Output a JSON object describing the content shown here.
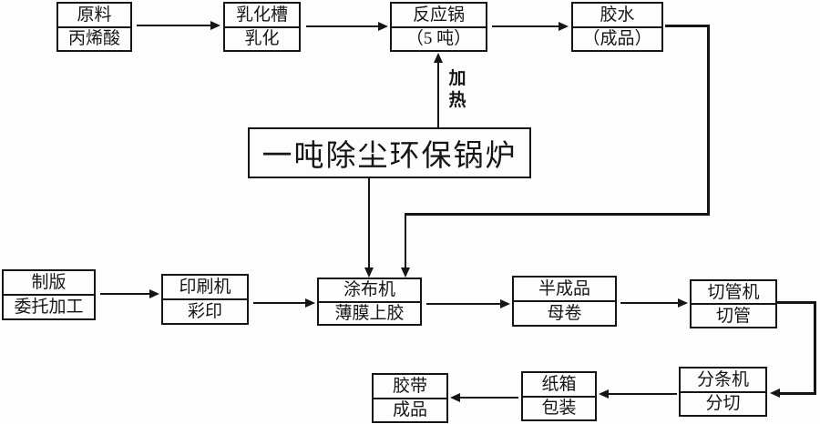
{
  "colors": {
    "ink": "#151515",
    "background": "#fdfdfd"
  },
  "nodes": {
    "raw_material": {
      "line1": "原料",
      "line2": "丙烯酸"
    },
    "emulsify_tank": {
      "line1": "乳化槽",
      "line2": "乳化"
    },
    "reactor": {
      "line1": "反应锅",
      "line2": "（5 吨）"
    },
    "glue": {
      "line1": "胶水",
      "line2": "（成品）"
    },
    "boiler": {
      "label": "一吨除尘环保锅炉"
    },
    "plate_making": {
      "line1": "制版",
      "line2": "委托加工"
    },
    "printer": {
      "line1": "印刷机",
      "line2": "彩印"
    },
    "coater": {
      "line1": "涂布机",
      "line2": "薄膜上胶"
    },
    "semi_finished": {
      "line1": "半成品",
      "line2": "母卷"
    },
    "pipe_cutter": {
      "line1": "切管机",
      "line2": "切管"
    },
    "slitter": {
      "line1": "分条机",
      "line2": "分切"
    },
    "carton": {
      "line1": "纸箱",
      "line2": "包装"
    },
    "tape": {
      "line1": "胶带",
      "line2": "成品"
    }
  },
  "edge_labels": {
    "heating": "加热"
  }
}
